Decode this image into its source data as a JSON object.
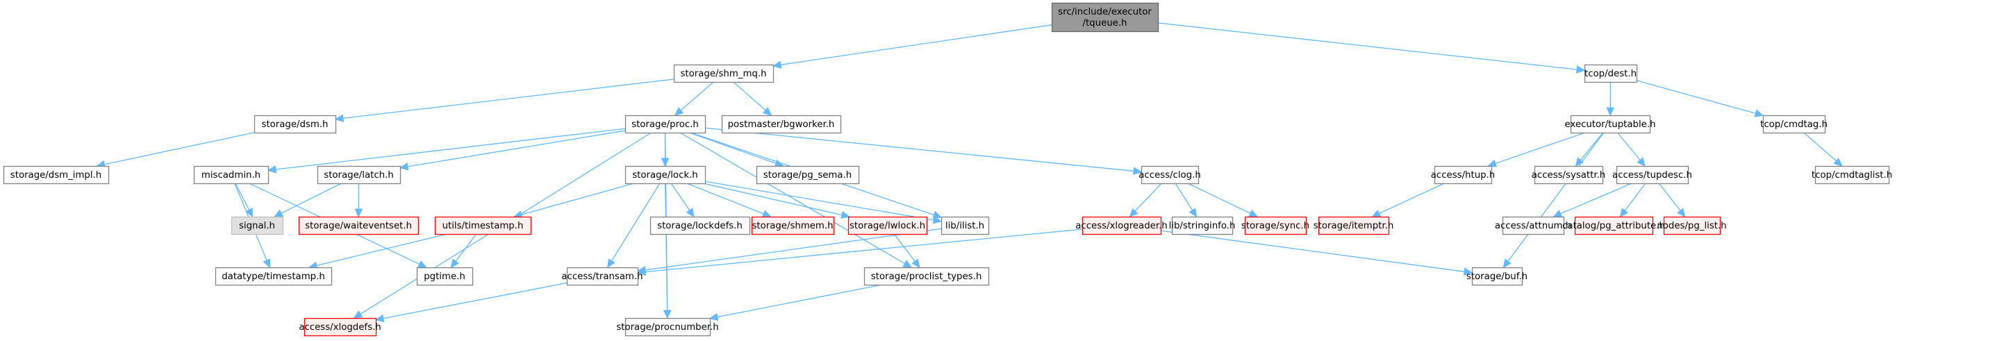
{
  "title": "src/include/executor/tqueue.h",
  "colors": {
    "edge": "#63b8ff",
    "root_fill": "#999999",
    "root_border": "#666666",
    "normal_fill": "#ffffff",
    "normal_border": "#808080",
    "missing_fill": "#fff0f0",
    "missing_border": "#ff0000",
    "system_fill": "#e0e0e0",
    "system_border": "#bfbfbf"
  },
  "nodes": [
    {
      "id": "tqueue",
      "label": [
        "src/include/executor",
        "/tqueue.h"
      ],
      "kind": "root"
    },
    {
      "id": "shm_mq",
      "label": [
        "storage/shm_mq.h"
      ],
      "kind": "normal"
    },
    {
      "id": "dest",
      "label": [
        "tcop/dest.h"
      ],
      "kind": "normal"
    },
    {
      "id": "dsm",
      "label": [
        "storage/dsm.h"
      ],
      "kind": "normal"
    },
    {
      "id": "proc",
      "label": [
        "storage/proc.h"
      ],
      "kind": "normal"
    },
    {
      "id": "bgworker",
      "label": [
        "postmaster/bgworker.h"
      ],
      "kind": "normal"
    },
    {
      "id": "tuptable",
      "label": [
        "executor/tuptable.h"
      ],
      "kind": "normal"
    },
    {
      "id": "cmdtag",
      "label": [
        "tcop/cmdtag.h"
      ],
      "kind": "normal"
    },
    {
      "id": "dsm_impl",
      "label": [
        "storage/dsm_impl.h"
      ],
      "kind": "normal"
    },
    {
      "id": "miscadmin",
      "label": [
        "miscadmin.h"
      ],
      "kind": "normal"
    },
    {
      "id": "latch",
      "label": [
        "storage/latch.h"
      ],
      "kind": "normal"
    },
    {
      "id": "lock",
      "label": [
        "storage/lock.h"
      ],
      "kind": "normal"
    },
    {
      "id": "pg_sema",
      "label": [
        "storage/pg_sema.h"
      ],
      "kind": "normal"
    },
    {
      "id": "clog",
      "label": [
        "access/clog.h"
      ],
      "kind": "normal"
    },
    {
      "id": "htup",
      "label": [
        "access/htup.h"
      ],
      "kind": "normal"
    },
    {
      "id": "sysattr",
      "label": [
        "access/sysattr.h"
      ],
      "kind": "normal"
    },
    {
      "id": "tupdesc",
      "label": [
        "access/tupdesc.h"
      ],
      "kind": "normal"
    },
    {
      "id": "cmdtaglist",
      "label": [
        "tcop/cmdtaglist.h"
      ],
      "kind": "normal"
    },
    {
      "id": "signal",
      "label": [
        "signal.h"
      ],
      "kind": "system"
    },
    {
      "id": "waiteventset",
      "label": [
        "storage/waiteventset.h"
      ],
      "kind": "missing"
    },
    {
      "id": "utils_timestamp",
      "label": [
        "utils/timestamp.h"
      ],
      "kind": "missing"
    },
    {
      "id": "lockdefs",
      "label": [
        "storage/lockdefs.h"
      ],
      "kind": "normal"
    },
    {
      "id": "shmem",
      "label": [
        "storage/shmem.h"
      ],
      "kind": "missing"
    },
    {
      "id": "lwlock",
      "label": [
        "storage/lwlock.h"
      ],
      "kind": "missing"
    },
    {
      "id": "ilist",
      "label": [
        "lib/ilist.h"
      ],
      "kind": "normal"
    },
    {
      "id": "xlogreader",
      "label": [
        "access/xlogreader.h"
      ],
      "kind": "missing"
    },
    {
      "id": "stringinfo",
      "label": [
        "lib/stringinfo.h"
      ],
      "kind": "normal"
    },
    {
      "id": "sync",
      "label": [
        "storage/sync.h"
      ],
      "kind": "missing"
    },
    {
      "id": "itemptr",
      "label": [
        "storage/itemptr.h"
      ],
      "kind": "missing"
    },
    {
      "id": "attnum",
      "label": [
        "access/attnum.h"
      ],
      "kind": "normal"
    },
    {
      "id": "pg_attribute",
      "label": [
        "catalog/pg_attribute.h"
      ],
      "kind": "missing"
    },
    {
      "id": "pg_list",
      "label": [
        "nodes/pg_list.h"
      ],
      "kind": "missing"
    },
    {
      "id": "dt_timestamp",
      "label": [
        "datatype/timestamp.h"
      ],
      "kind": "normal"
    },
    {
      "id": "pgtime",
      "label": [
        "pgtime.h"
      ],
      "kind": "normal"
    },
    {
      "id": "transam",
      "label": [
        "access/transam.h"
      ],
      "kind": "normal"
    },
    {
      "id": "proclist_types",
      "label": [
        "storage/proclist_types.h"
      ],
      "kind": "normal"
    },
    {
      "id": "buf",
      "label": [
        "storage/buf.h"
      ],
      "kind": "normal"
    },
    {
      "id": "xlogdefs",
      "label": [
        "access/xlogdefs.h"
      ],
      "kind": "missing"
    },
    {
      "id": "procnumber",
      "label": [
        "storage/procnumber.h"
      ],
      "kind": "normal"
    }
  ],
  "edges": [
    [
      "tqueue",
      "shm_mq"
    ],
    [
      "tqueue",
      "dest"
    ],
    [
      "shm_mq",
      "dsm"
    ],
    [
      "shm_mq",
      "proc"
    ],
    [
      "shm_mq",
      "bgworker"
    ],
    [
      "dsm",
      "dsm_impl"
    ],
    [
      "proc",
      "xlogdefs"
    ],
    [
      "proc",
      "miscadmin"
    ],
    [
      "proc",
      "latch"
    ],
    [
      "proc",
      "lock"
    ],
    [
      "proc",
      "pg_sema"
    ],
    [
      "proc",
      "clog"
    ],
    [
      "proc",
      "procnumber"
    ],
    [
      "proc",
      "proclist_types"
    ],
    [
      "proc",
      "ilist"
    ],
    [
      "miscadmin",
      "signal"
    ],
    [
      "miscadmin",
      "dt_timestamp"
    ],
    [
      "miscadmin",
      "pgtime"
    ],
    [
      "latch",
      "signal"
    ],
    [
      "latch",
      "waiteventset"
    ],
    [
      "lock",
      "utils_timestamp"
    ],
    [
      "lock",
      "lockdefs"
    ],
    [
      "lock",
      "shmem"
    ],
    [
      "lock",
      "lwlock"
    ],
    [
      "lock",
      "ilist"
    ],
    [
      "lock",
      "transam"
    ],
    [
      "lock",
      "procnumber"
    ],
    [
      "utils_timestamp",
      "dt_timestamp"
    ],
    [
      "utils_timestamp",
      "pgtime"
    ],
    [
      "lwlock",
      "proclist_types"
    ],
    [
      "ilist",
      "transam"
    ],
    [
      "clog",
      "xlogreader"
    ],
    [
      "clog",
      "stringinfo"
    ],
    [
      "clog",
      "sync"
    ],
    [
      "xlogreader",
      "transam"
    ],
    [
      "xlogreader",
      "buf"
    ],
    [
      "transam",
      "xlogdefs"
    ],
    [
      "proclist_types",
      "procnumber"
    ],
    [
      "dest",
      "tuptable"
    ],
    [
      "dest",
      "cmdtag"
    ],
    [
      "cmdtag",
      "cmdtaglist"
    ],
    [
      "tuptable",
      "htup"
    ],
    [
      "tuptable",
      "sysattr"
    ],
    [
      "tuptable",
      "tupdesc"
    ],
    [
      "tuptable",
      "buf"
    ],
    [
      "htup",
      "itemptr"
    ],
    [
      "tupdesc",
      "attnum"
    ],
    [
      "tupdesc",
      "pg_attribute"
    ],
    [
      "tupdesc",
      "pg_list"
    ]
  ]
}
